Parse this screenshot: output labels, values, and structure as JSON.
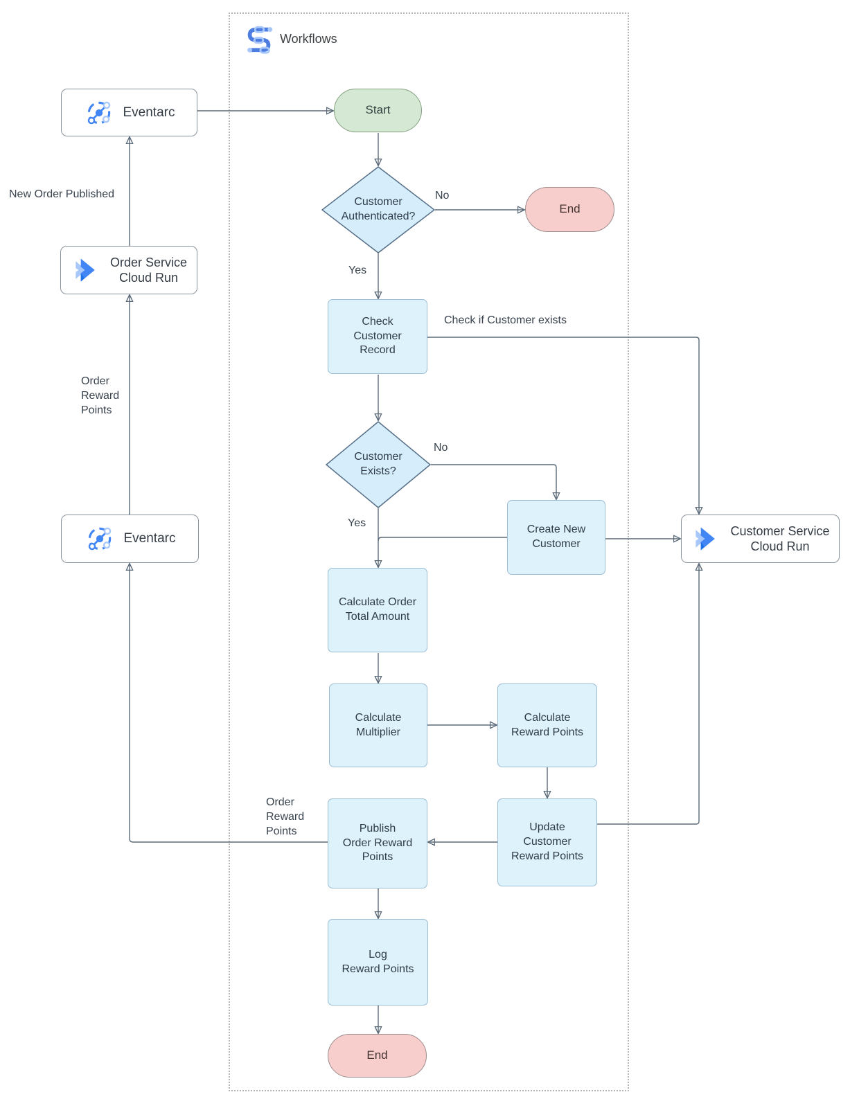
{
  "canvas": {
    "title": "Workflows"
  },
  "nodes": {
    "eventarc_top": {
      "label": "Eventarc",
      "type": "service",
      "icon": "eventarc-icon"
    },
    "order_service": {
      "label": "Order Service\nCloud Run",
      "type": "service",
      "icon": "cloud-run-icon"
    },
    "eventarc_bottom": {
      "label": "Eventarc",
      "type": "service",
      "icon": "eventarc-icon"
    },
    "customer_service": {
      "label": "Customer Service\nCloud Run",
      "type": "service",
      "icon": "cloud-run-icon"
    },
    "start": {
      "label": "Start",
      "type": "terminator-start"
    },
    "end_top": {
      "label": "End",
      "type": "terminator-end"
    },
    "end_bottom": {
      "label": "End",
      "type": "terminator-end"
    },
    "customer_authenticated": {
      "label": "Customer\nAuthenticated?",
      "type": "decision"
    },
    "check_customer_record": {
      "label": "Check\nCustomer\nRecord",
      "type": "process"
    },
    "customer_exists": {
      "label": "Customer\nExists?",
      "type": "decision"
    },
    "create_new_customer": {
      "label": "Create New\nCustomer",
      "type": "process"
    },
    "calculate_order_total": {
      "label": "Calculate Order\nTotal Amount",
      "type": "process"
    },
    "calculate_multiplier": {
      "label": "Calculate\nMultiplier",
      "type": "process"
    },
    "calculate_reward_points": {
      "label": "Calculate\nReward Points",
      "type": "process"
    },
    "update_customer_reward_points": {
      "label": "Update\nCustomer\nReward Points",
      "type": "process"
    },
    "publish_order_reward_points": {
      "label": "Publish\nOrder Reward\nPoints",
      "type": "process"
    },
    "log_reward_points": {
      "label": "Log\nReward Points",
      "type": "process"
    }
  },
  "edge_labels": {
    "auth_no": "No",
    "auth_yes": "Yes",
    "check_if_customer_exists": "Check if Customer exists",
    "exists_no": "No",
    "exists_yes": "Yes",
    "new_order_published": "New Order Published",
    "order_reward_points_left": "Order\nReward\nPoints",
    "order_reward_points_bottom": "Order\nReward\nPoints"
  },
  "colors": {
    "process_fill": "#def2fb",
    "process_border": "#9bbdd4",
    "decision_fill": "#d6eefb",
    "decision_border": "#566e86",
    "start_fill": "#d5e8d4",
    "start_border": "#82a07e",
    "end_fill": "#f8cecc",
    "end_border": "#9a8c8b",
    "service_border": "#8a939c",
    "line": "#5b6a79",
    "arrowhead": "#2b3947",
    "icon_blue": "#4285f4",
    "icon_light_blue": "#a8c7fa",
    "container_border": "#b3b3b3"
  }
}
